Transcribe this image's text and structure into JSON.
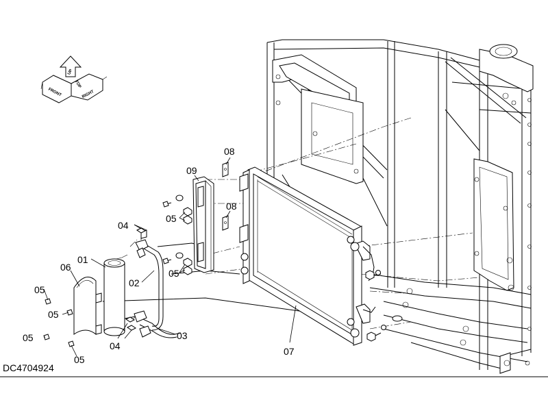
{
  "document_id": "DC4704924",
  "orientation_marker": {
    "front": "FRONT",
    "right": "RIGHT",
    "top": "TOP",
    "up": "UP"
  },
  "part_labels": {
    "p01": "01",
    "p02": "02",
    "p03": "03",
    "p04a": "04",
    "p04b": "04",
    "p05a": "05",
    "p05b": "05",
    "p05c": "05",
    "p05d": "05",
    "p05e": "05",
    "p05f": "05",
    "p06": "06",
    "p07": "07",
    "p08a": "08",
    "p08b": "08",
    "p09": "09"
  }
}
